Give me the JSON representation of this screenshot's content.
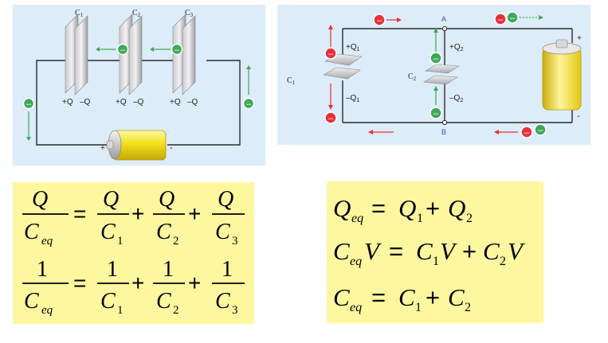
{
  "series": {
    "cap_labels": [
      "C",
      "C",
      "C"
    ],
    "cap_subs": [
      "1",
      "2",
      "3"
    ],
    "plus_q": "+Q",
    "minus_q": "–Q",
    "electron": "–",
    "bat_plus": "+",
    "bat_minus": "-"
  },
  "parallel": {
    "node_a": "A",
    "node_b": "B",
    "c1": "C",
    "c1_sub": "1",
    "c2": "C",
    "c2_sub": "2",
    "plus_q1": "+Q",
    "minus_q1": "–Q",
    "q1_sub": "1",
    "plus_q2": "+Q",
    "minus_q2": "–Q",
    "q2_sub": "2",
    "bat_plus": "+",
    "bat_minus": "-",
    "electron": "–"
  },
  "series_formula": {
    "Q": "Q",
    "C": "C",
    "eq": "eq",
    "one": "1",
    "plus": "+",
    "equals": "=",
    "s1": "1",
    "s2": "2",
    "s3": "3"
  },
  "parallel_formula": {
    "Q": "Q",
    "C": "C",
    "V": "V",
    "eq": "eq",
    "plus": "+",
    "equals": "=",
    "s1": "1",
    "s2": "2"
  },
  "colors": {
    "panel_bg": "#dcecf8",
    "formula_bg": "#fdf7a0",
    "wire": "#2b2b2b",
    "red_charge": "#e8303a",
    "green_charge": "#3fa85a",
    "battery_yellow": "#f4e225"
  }
}
